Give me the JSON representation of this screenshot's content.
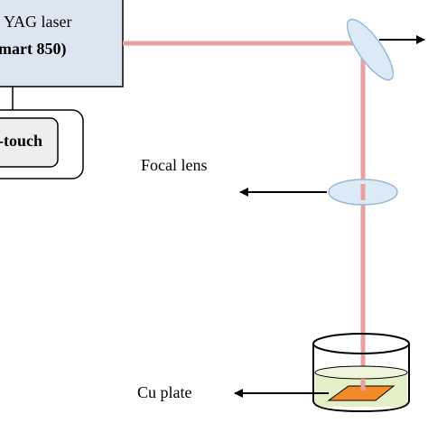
{
  "laser_box": {
    "line1": "YAG laser",
    "line2": "mart 850)"
  },
  "touch_panel": {
    "label": "-touch"
  },
  "labels": {
    "focal_lens": "Focal lens",
    "cu_plate": "Cu plate"
  },
  "colors": {
    "beam": "#e8a0a0",
    "laser_box_fill": "#dce6f1",
    "lens_fill": "#dceaf5",
    "liquid": "#e3efc4",
    "cu_plate": "#f28a2a"
  }
}
